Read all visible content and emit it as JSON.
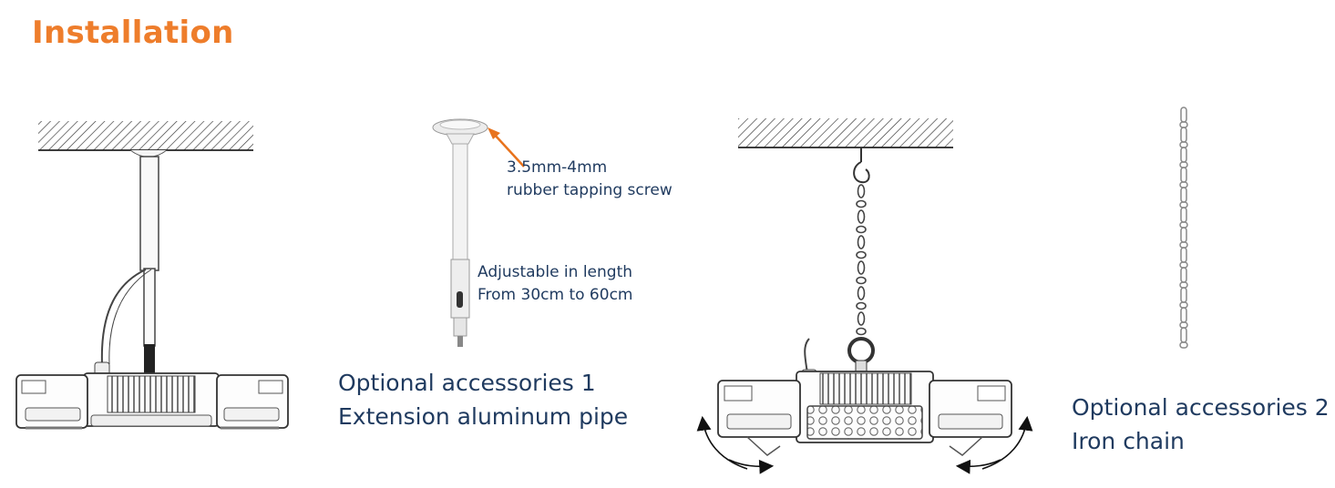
{
  "title": "Installation",
  "accessory1": {
    "screw_note": [
      "3.5mm-4mm",
      "rubber tapping screw"
    ],
    "length_note": [
      "Adjustable in length",
      "From 30cm to 60cm"
    ],
    "caption": [
      "Optional accessories 1",
      "Extension aluminum pipe"
    ]
  },
  "accessory2": {
    "caption": [
      "Optional accessories 2",
      "Iron chain"
    ]
  },
  "colors": {
    "title": "#ee7d2b",
    "text": "#1f3a5f",
    "arrow": "#e8731d"
  }
}
